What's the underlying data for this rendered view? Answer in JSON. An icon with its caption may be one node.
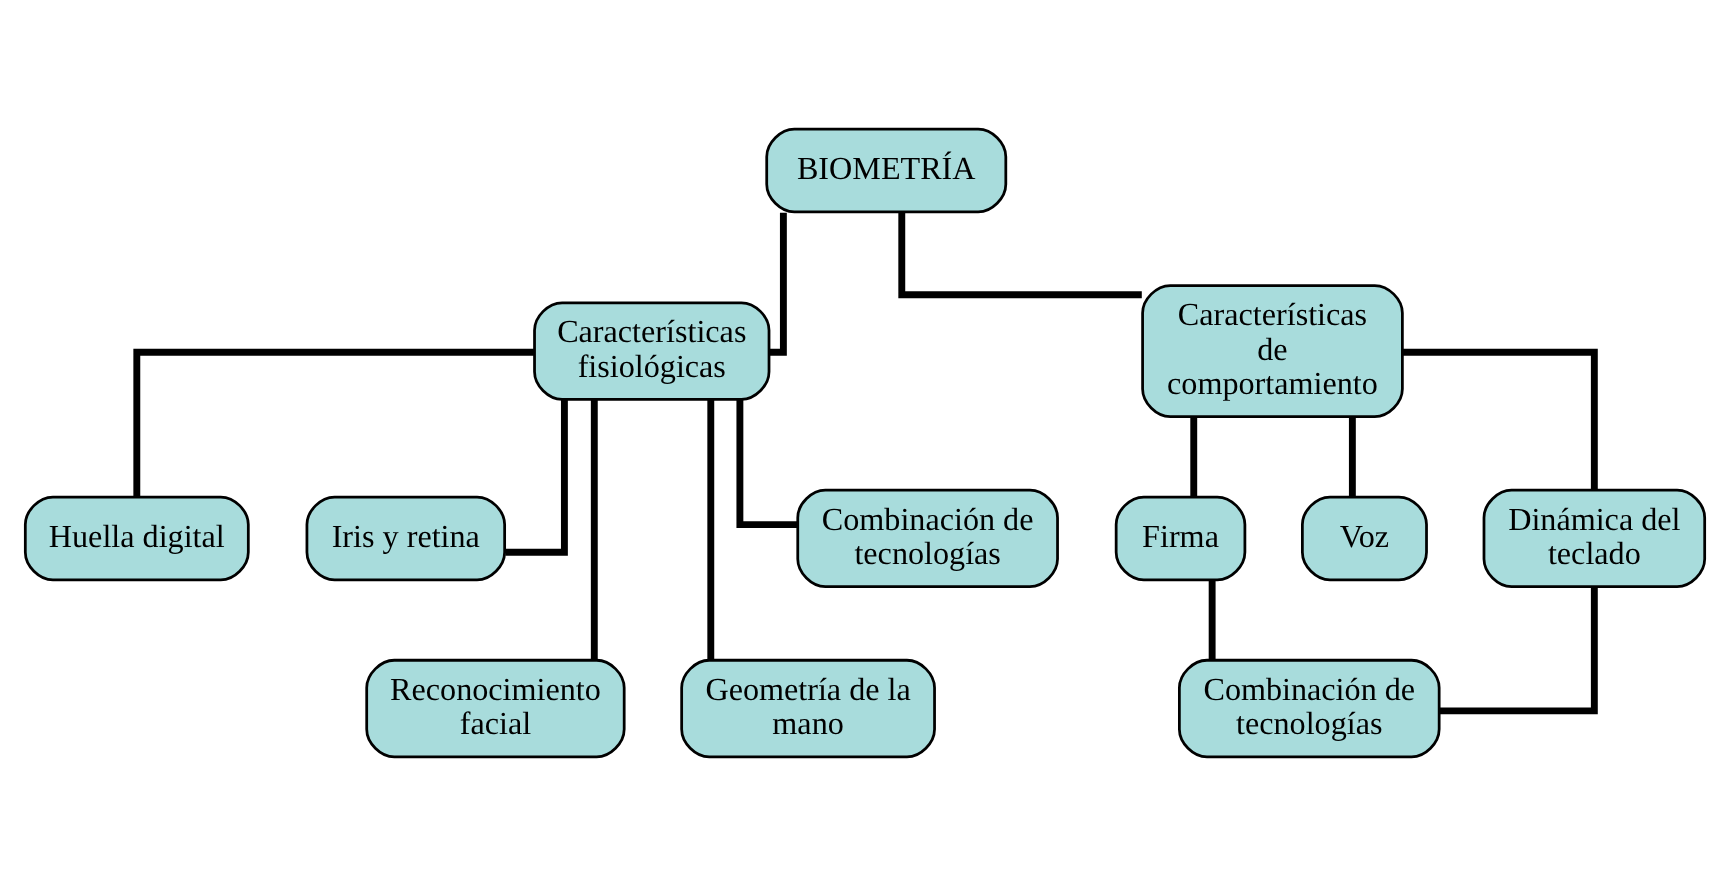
{
  "diagram": {
    "nodes": [
      {
        "text": [
          "BIOMETRÍA"
        ]
      },
      {
        "text": [
          "Características fisiológicas"
        ]
      },
      {
        "text": [
          "Características de comportamiento"
        ]
      },
      {
        "text": [
          "Huella digital"
        ]
      },
      {
        "text": [
          "Iris y retina"
        ]
      },
      {
        "text": [
          "Reconocimiento facial"
        ]
      },
      {
        "text": [
          "Geometría de la mano"
        ]
      },
      {
        "text": [
          "Combinación de tecnologías"
        ]
      },
      {
        "text": [
          "Firma"
        ]
      },
      {
        "text": [
          "Voz"
        ]
      },
      {
        "text": [
          "Dinámica del teclado"
        ]
      },
      {
        "text": [
          "Combinación de tecnologías"
        ]
      }
    ],
    "edges": [
      {
        "from": 0,
        "to": 1,
        "arrow": "none"
      },
      {
        "from": 0,
        "to": 2,
        "arrow": "none"
      },
      {
        "from": 1,
        "to": 3,
        "arrow": "none"
      },
      {
        "from": 1,
        "to": 4,
        "arrow": "none"
      },
      {
        "from": 1,
        "to": 5,
        "arrow": "none"
      },
      {
        "from": 1,
        "to": 6,
        "arrow": "none"
      },
      {
        "from": 1,
        "to": 7,
        "arrow": "none"
      },
      {
        "from": 2,
        "to": 8,
        "arrow": "none"
      },
      {
        "from": 2,
        "to": 9,
        "arrow": "none"
      },
      {
        "from": 2,
        "to": 10,
        "arrow": "none"
      },
      {
        "from": 8,
        "to": 11,
        "arrow": "none"
      },
      {
        "from": 10,
        "to": 11,
        "arrow": "none"
      }
    ]
  }
}
